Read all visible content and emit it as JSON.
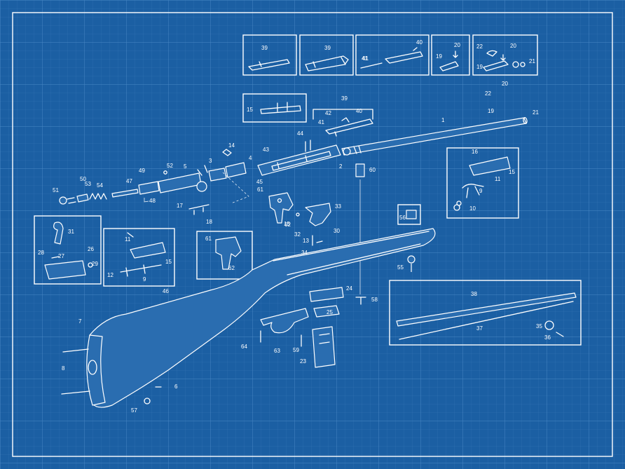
{
  "blueprint": {
    "background_color": "#1b5fa3",
    "line_color": "#ffffff",
    "grid_color": "#3f7fc0"
  },
  "callouts": [
    "1",
    "2",
    "3",
    "4",
    "5",
    "6",
    "7",
    "8",
    "9",
    "10",
    "11",
    "12",
    "13",
    "14",
    "15",
    "16",
    "17",
    "18",
    "19",
    "20",
    "21",
    "22",
    "23",
    "24",
    "25",
    "26",
    "27",
    "28",
    "29",
    "30",
    "31",
    "32",
    "33",
    "34",
    "35",
    "36",
    "37",
    "38",
    "39",
    "40",
    "41",
    "42",
    "43",
    "44",
    "45",
    "46",
    "47",
    "48",
    "49",
    "50",
    "51",
    "52",
    "53",
    "54",
    "55",
    "56",
    "57",
    "58",
    "59",
    "60",
    "61",
    "62",
    "63",
    "64"
  ]
}
